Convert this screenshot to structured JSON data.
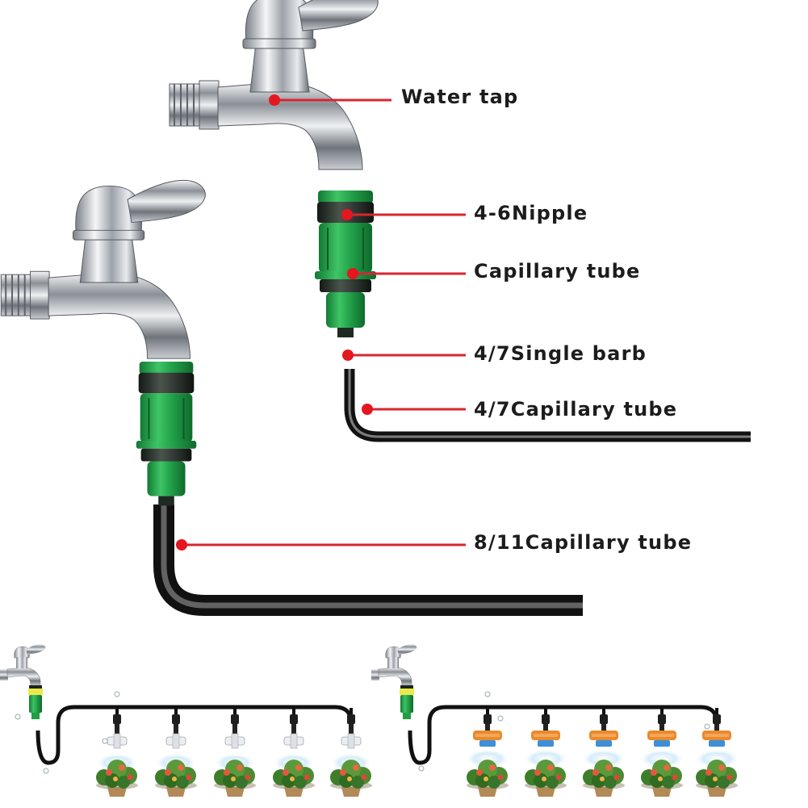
{
  "labels": {
    "water_tap": "Water tap",
    "nipple": "4-6Nipple",
    "capillary_tube": "Capillary tube",
    "single_barb": "4/7Single barb",
    "capillary_tube_4_7": "4/7Capillary tube",
    "capillary_tube_8_11": "8/11Capillary tube"
  },
  "colors": {
    "leader_line": "#d8262e",
    "marker_dot": "#e4161f",
    "chrome": "#b9bdc2",
    "connector_green": "#22a24a",
    "connector_dark": "#27312b",
    "tube": "#1a1a1a",
    "nozzle_orange": "#e98a2c",
    "nozzle_blue": "#3d8fd6",
    "mist": "#cfe8f7"
  },
  "icons": {
    "main_faucet": "water-tap-icon",
    "nozzle_white": "mist-nozzle-icon",
    "nozzle_orange": "orange-mist-nozzle-icon",
    "plant": "potted-plant-icon"
  },
  "systems": [
    {
      "name": "white-nozzle-system",
      "nozzle_count": 5
    },
    {
      "name": "orange-nozzle-system",
      "nozzle_count": 5
    }
  ]
}
